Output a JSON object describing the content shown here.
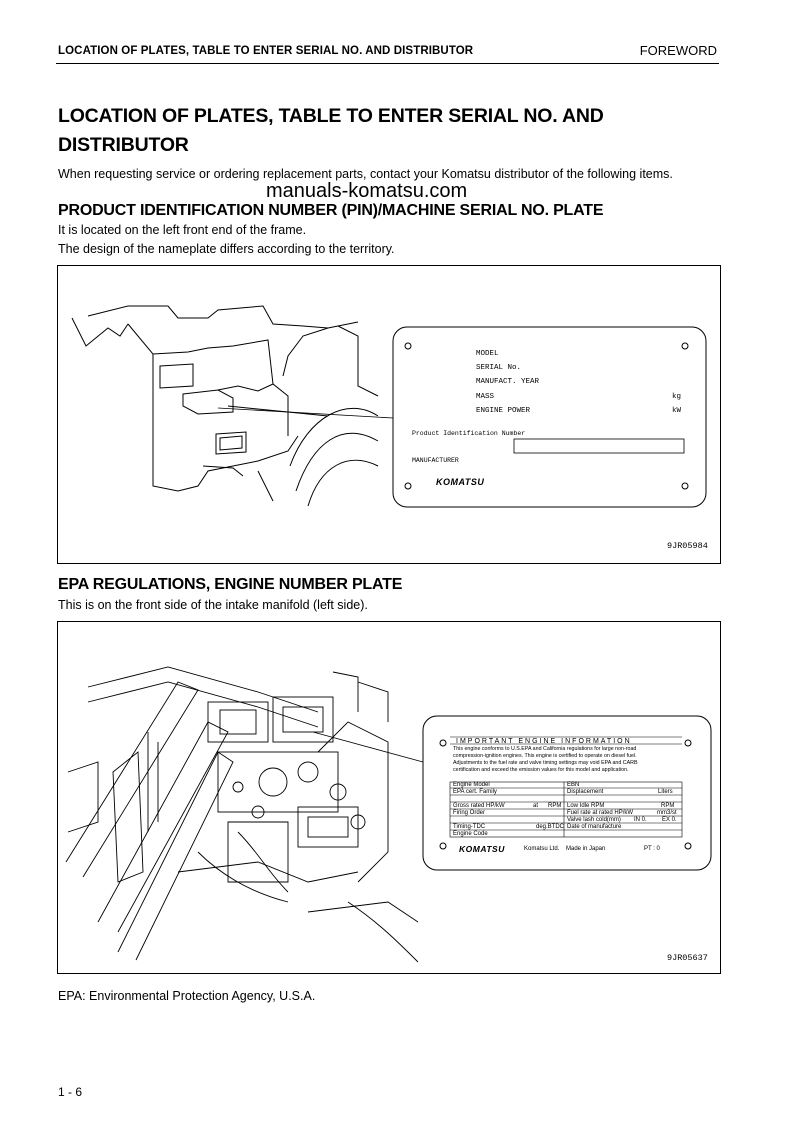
{
  "header": {
    "section_title": "LOCATION OF PLATES, TABLE TO ENTER SERIAL NO. AND DISTRIBUTOR",
    "chapter": "FOREWORD"
  },
  "page_title_line1": "LOCATION OF PLATES, TABLE TO ENTER SERIAL NO. AND",
  "page_title_line2": "DISTRIBUTOR",
  "intro": "When requesting service or ordering replacement parts, contact your Komatsu distributor of the following items.",
  "watermark": "manuals-komatsu.com",
  "pin_section": {
    "heading": "PRODUCT IDENTIFICATION NUMBER (PIN)/MACHINE SERIAL NO. PLATE",
    "line1": "It is located on the left front end of the frame.",
    "line2": "The design of the nameplate differs according to the territory.",
    "figure_code": "9JR05984",
    "plate": {
      "model": "MODEL",
      "serial": "SERIAL No.",
      "manufact_year": "MANUFACT. YEAR",
      "mass": "MASS",
      "mass_unit": "kg",
      "engine_power": "ENGINE POWER",
      "power_unit": "kW",
      "pin_label": "Product Identification Number",
      "manufacturer": "MANUFACTURER",
      "brand": "KOMATSU"
    }
  },
  "epa_section": {
    "heading": "EPA REGULATIONS, ENGINE NUMBER PLATE",
    "line1": "This is on the front side of the intake manifold (left side).",
    "figure_code": "9JR05637",
    "plate": {
      "title": "IMPORTANT ENGINE INFORMATION",
      "para1": "This engine conforms to U.S.EPA and California regulations for large non-road",
      "para2": "compression-ignition engines. This engine is certified to operate on diesel fuel.",
      "para3": "Adjustments to the fuel rate and valve timing settings may void EPA and CARB",
      "para4": "certification and exceed the emission values for this model and application.",
      "engine_model_label": "Engine Model",
      "ebn_label": "EBN",
      "epa_family_label": "EPA cert. Family",
      "displacement_label": "Displacement",
      "displacement_unit": "Liters",
      "gross_power_label": "Gross rated HP/kW",
      "gross_power_at": "at",
      "rpm_label": "RPM",
      "low_idle_label": "Low Idle RPM",
      "low_idle_unit": "RPM",
      "firing_order_label": "Firing Order",
      "fuel_rate_label": "Fuel rate at rated HP/kW",
      "fuel_rate_unit": "mm3/st",
      "valve_lash_label": "Valve lash cold(mm)",
      "in_label": "IN 0.",
      "ex_label": "EX 0.",
      "timing_label": "Timing-TDC",
      "timing_unit": "deg.BTDC",
      "date_label": "Date of manufacture",
      "engine_code_label": "Engine Code",
      "brand": "KOMATSU",
      "company": "Komatsu Ltd.",
      "made_in": "Made in Japan",
      "pt": "PT : 0"
    }
  },
  "footer_note": "EPA: Environmental Protection Agency, U.S.A.",
  "page_number": "1 - 6"
}
